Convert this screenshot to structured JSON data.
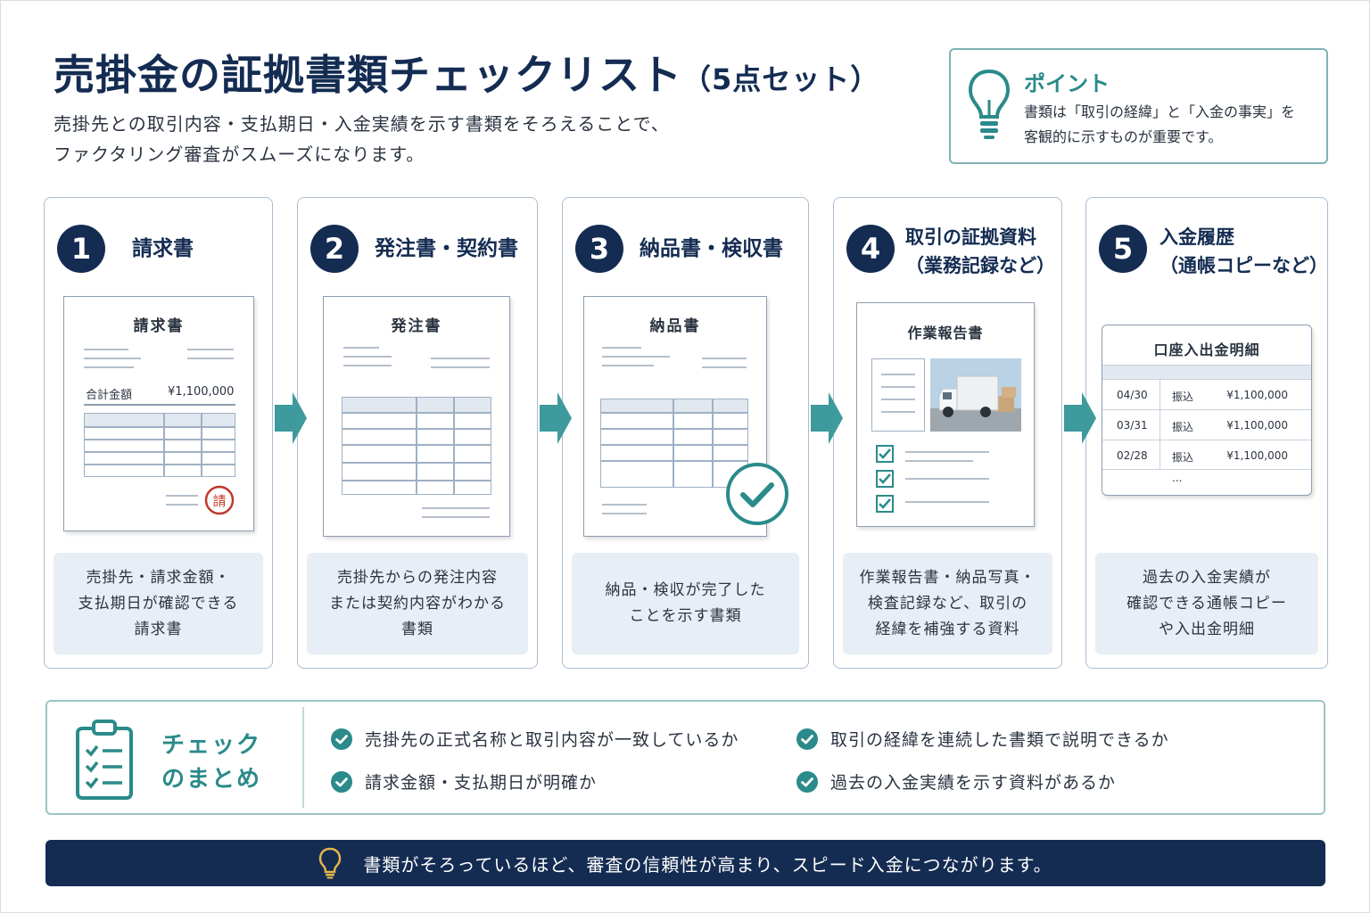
{
  "header": {
    "title": "売掛金の証拠書類チェックリスト",
    "title_suffix": "（5点セット）",
    "lead_line1": "売掛先との取引内容・支払期日・入金実績を示す書類をそろえることで、",
    "lead_line2": "ファクタリング審査がスムーズになります。"
  },
  "point": {
    "icon": "lightbulb-icon",
    "title": "ポイント",
    "text_line1": "書類は「取引の経緯」と「入金の事実」を",
    "text_line2": "客観的に示すものが重要です。"
  },
  "cards": [
    {
      "number": "1",
      "title_line1": "請求書",
      "title_line2": "",
      "doc_title": "請求書",
      "total_label": "合計金額",
      "total_value": "¥1,100,000",
      "stamp_text": "請",
      "desc_line1": "売掛先・請求金額・",
      "desc_line2": "支払期日が確認できる",
      "desc_line3": "請求書"
    },
    {
      "number": "2",
      "title_line1": "発注書・契約書",
      "title_line2": "",
      "doc_title": "発注書",
      "desc_line1": "売掛先からの発注内容",
      "desc_line2": "または契約内容がわかる",
      "desc_line3": "書類"
    },
    {
      "number": "3",
      "title_line1": "納品書・検収書",
      "title_line2": "",
      "doc_title": "納品書",
      "desc_line1": "納品・検収が完了した",
      "desc_line2": "ことを示す書類",
      "desc_line3": ""
    },
    {
      "number": "4",
      "title_line1": "取引の証拠資料",
      "title_line2": "（業務記録など）",
      "doc_title": "作業報告書",
      "desc_line1": "作業報告書・納品写真・",
      "desc_line2": "検査記録など、取引の",
      "desc_line3": "経緯を補強する資料"
    },
    {
      "number": "5",
      "title_line1": "入金履歴",
      "title_line2": "（通帳コピーなど）",
      "doc_title": "口座入出金明細",
      "rows": [
        {
          "date": "04/30",
          "type": "振込",
          "amount": "¥1,100,000"
        },
        {
          "date": "03/31",
          "type": "振込",
          "amount": "¥1,100,000"
        },
        {
          "date": "02/28",
          "type": "振込",
          "amount": "¥1,100,000"
        }
      ],
      "more": "...",
      "desc_line1": "過去の入金実績が",
      "desc_line2": "確認できる通帳コピー",
      "desc_line3": "や入出金明細"
    }
  ],
  "summary": {
    "icon": "clipboard-checklist-icon",
    "title_line1": "チェック",
    "title_line2": "のまとめ",
    "items": [
      "売掛先の正式名称と取引内容が一致しているか",
      "取引の経緯を連続した書類で説明できるか",
      "請求金額・支払期日が明確か",
      "過去の入金実績を示す資料があるか"
    ]
  },
  "banner": {
    "icon": "lightbulb-icon",
    "text": "書類がそろっているほど、審査の信頼性が高まり、スピード入金につながります。"
  },
  "colors": {
    "navy": "#142c52",
    "teal": "#2b8a8a",
    "panel": "#e8eef5"
  }
}
